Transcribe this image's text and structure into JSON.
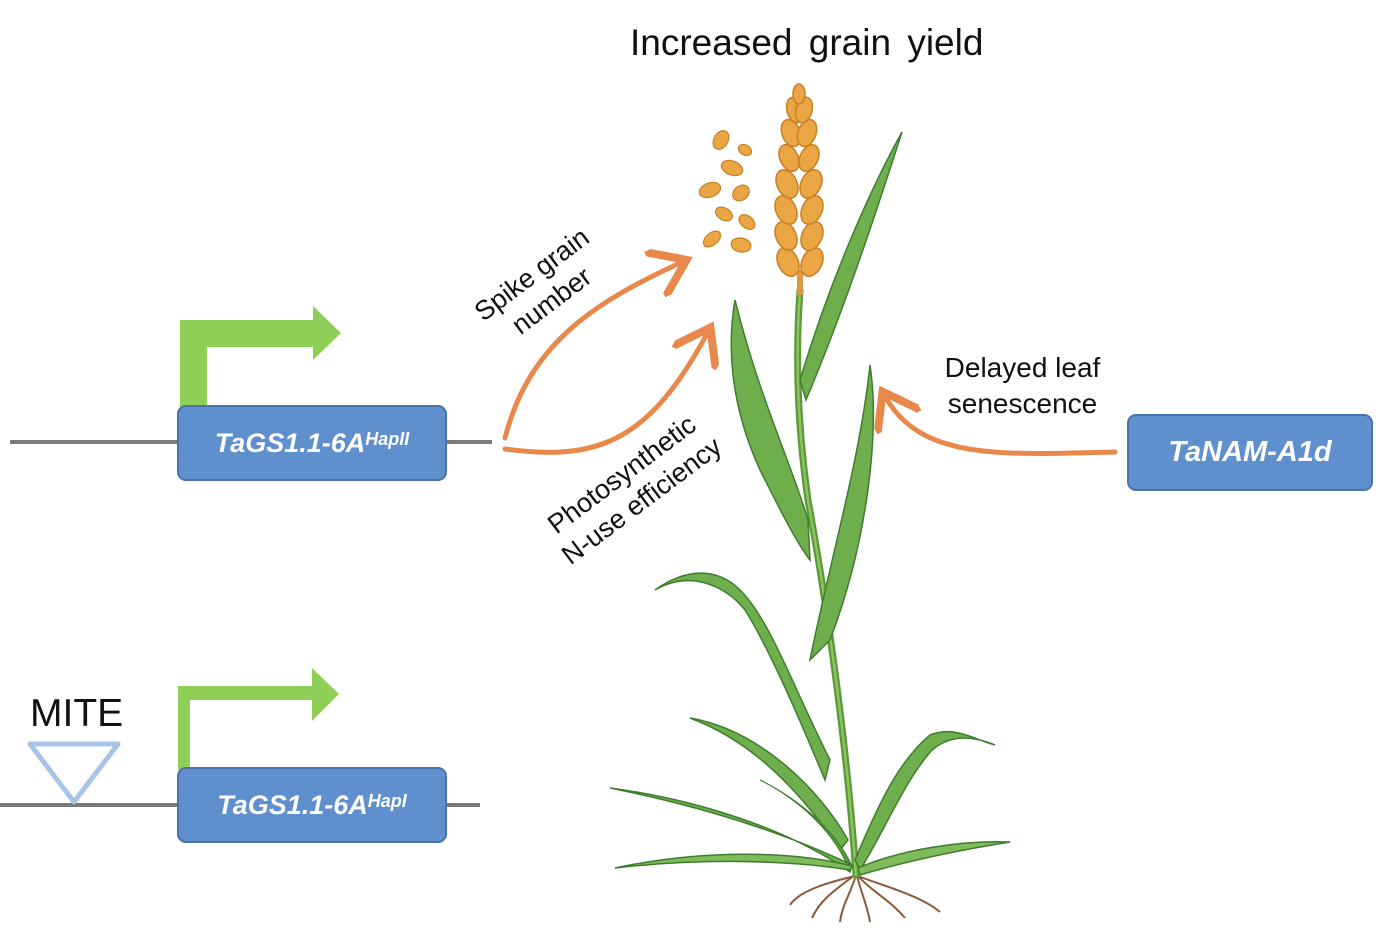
{
  "title": "Increased grain yield",
  "genes": {
    "hap2": {
      "name": "TaGS1.1-6A",
      "sup": "HapII"
    },
    "hap1": {
      "name": "TaGS1.1-6A",
      "sup": "HapI"
    },
    "nam": {
      "name": "TaNAM-A1d"
    }
  },
  "labels": {
    "mite": "MITE",
    "spike_line1": "Spike grain",
    "spike_line2": "number",
    "photo_line1": "Photosynthetic",
    "photo_line2": "N-use efficiency",
    "delayed_line1": "Delayed leaf",
    "delayed_line2": "senescence"
  },
  "colors": {
    "gene_fill": "#5f8fcc",
    "gene_border": "#4a73aa",
    "promoter_arrow": "#8fcf58",
    "effect_arrow": "#e8884a",
    "mite_triangle": "#a9c4e6",
    "dna_line": "#7a7a7a",
    "leaf": "#6fae4c",
    "leaf_dark": "#3f7d2e",
    "grain": "#eaa545",
    "root": "#8a5a3a"
  }
}
